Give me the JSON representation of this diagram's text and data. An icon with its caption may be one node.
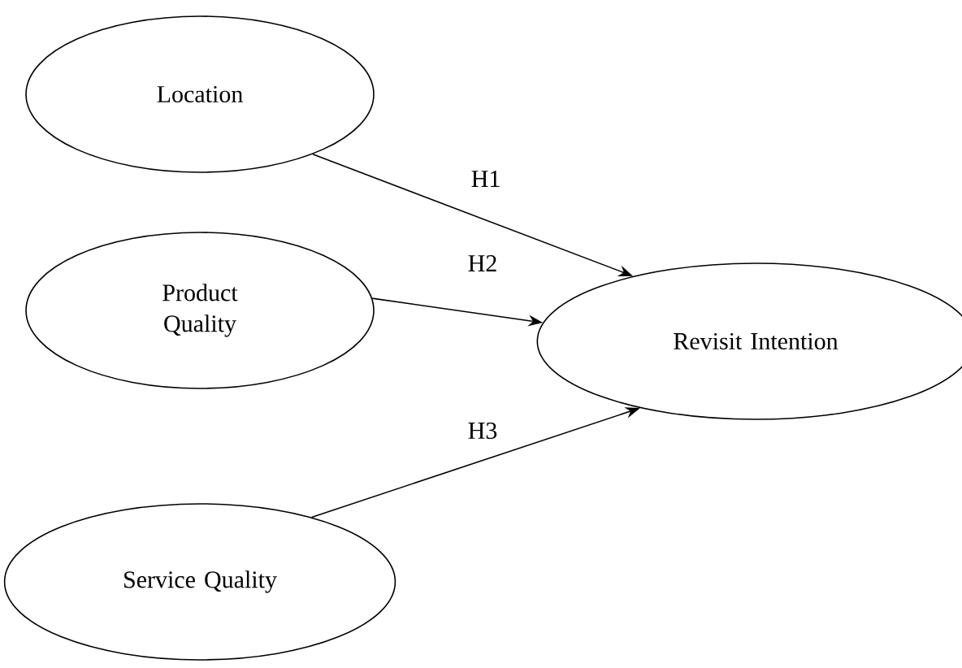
{
  "diagram": {
    "nodes": [
      {
        "text": [
          "Location"
        ]
      },
      {
        "text": [
          "Product Quality"
        ]
      },
      {
        "text": [
          "Service Quality"
        ]
      },
      {
        "text": [
          "Revisit Intention"
        ]
      }
    ],
    "edges": [
      {
        "from": 0,
        "to": 3,
        "arrow": "to",
        "label": "H1"
      },
      {
        "from": 1,
        "to": 3,
        "arrow": "to",
        "label": "H2"
      },
      {
        "from": 2,
        "to": 3,
        "arrow": "to",
        "label": "H3"
      }
    ]
  }
}
